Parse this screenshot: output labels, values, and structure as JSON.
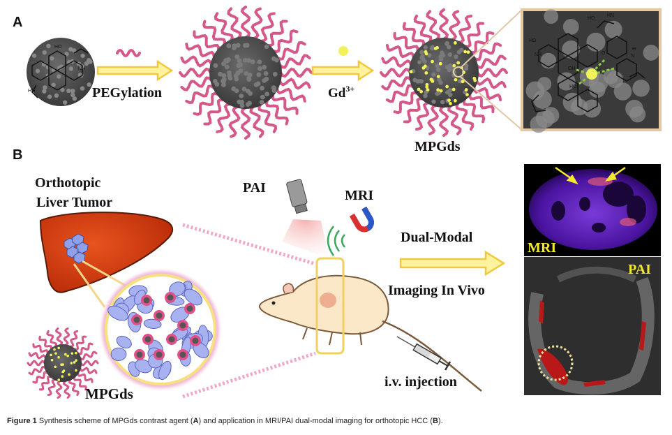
{
  "panels": {
    "a": "A",
    "b": "B"
  },
  "labels": {
    "pegylation": "PEGylation",
    "gd_base": "Gd",
    "gd_sup": "3+",
    "mpgds_top": "MPGds",
    "orthotopic": "Orthotopic",
    "liver_tumor": "Liver Tumor",
    "pai_source": "PAI",
    "mri_source": "MRI",
    "dual_modal": "Dual-Modal",
    "imaging_in_vivo": "Imaging In Vivo",
    "mpgds_bottom": "MPGds",
    "injection": "i.v. injection",
    "mri_image": "MRI",
    "pai_image": "PAI"
  },
  "chem": {
    "hn": "HN",
    "nh": "NH",
    "ho": "HO",
    "oh": "OH",
    "o": "O",
    "n": "N",
    "h": "H"
  },
  "caption": {
    "figure": "Figure 1",
    "pre": " Synthesis scheme of MPGds contrast agent (",
    "a": "A",
    "mid": ") and application in MRI/PAI dual-modal imaging for orthotopic HCC (",
    "b": "B",
    "post": ")."
  },
  "colors": {
    "peg": "#d4588a",
    "core": "#4a4a4a",
    "gd": "#f2f25a",
    "arrow_fill": "#fff3a0",
    "arrow_stroke": "#f2c93a",
    "liver": "#d63a12",
    "mri_bg": "#5a1aa8",
    "pai_bg": "#2a2a2a"
  },
  "icons": [
    "pai-laser-icon",
    "magnet-icon",
    "mouse-illustration",
    "syringe-icon",
    "liver-illustration"
  ]
}
